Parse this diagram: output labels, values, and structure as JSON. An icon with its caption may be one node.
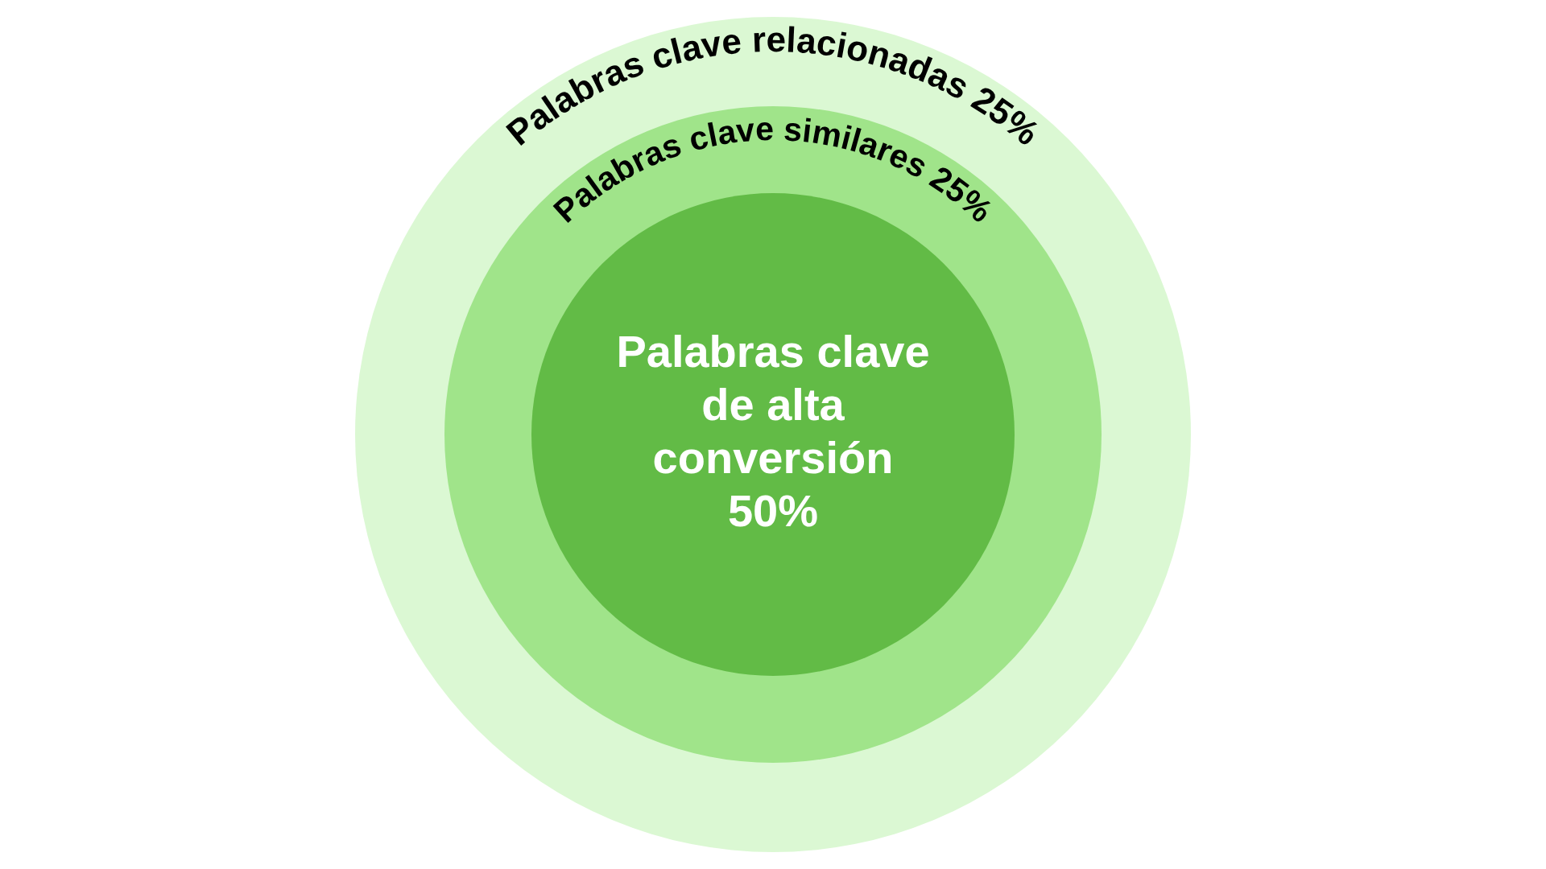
{
  "diagram": {
    "nodes": [
      {
        "text": [
          "Palabras clave relacionadas 25%"
        ]
      },
      {
        "text": [
          "Palabras clave similares 25%"
        ],
        "in": 0
      },
      {
        "text": [
          "Palabras clave de alta conversión 50%"
        ],
        "in": 1
      }
    ]
  }
}
